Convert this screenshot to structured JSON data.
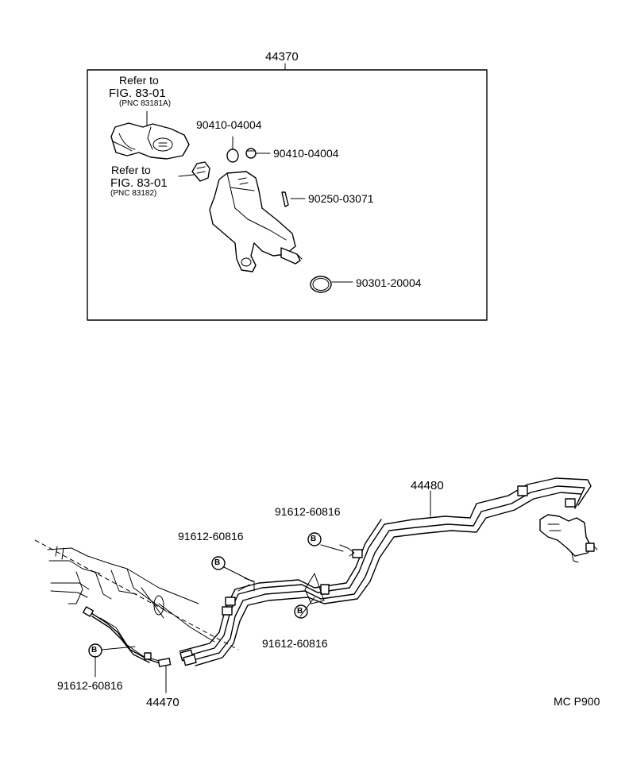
{
  "assembly": {
    "number": "44370"
  },
  "refs": [
    {
      "line1": "Refer to",
      "line2": "FIG. 83-01",
      "line3": "(PNC 83181A)"
    },
    {
      "line1": "Refer to",
      "line2": "FIG. 83-01",
      "line3": "(PNC 83182)"
    }
  ],
  "parts": {
    "cap_a": "90410-04004",
    "cap_b": "90410-04004",
    "pin": "90250-03071",
    "oring": "90301-20004",
    "tube_main": "44480",
    "tube_gear": "44470",
    "bolt_top": "91612-60816",
    "bolt_mid": "91612-60816",
    "bolt_right": "91612-60816",
    "bolt_left": "91612-60816"
  },
  "bolt_marker": "B",
  "catalog_code": "MC P900"
}
